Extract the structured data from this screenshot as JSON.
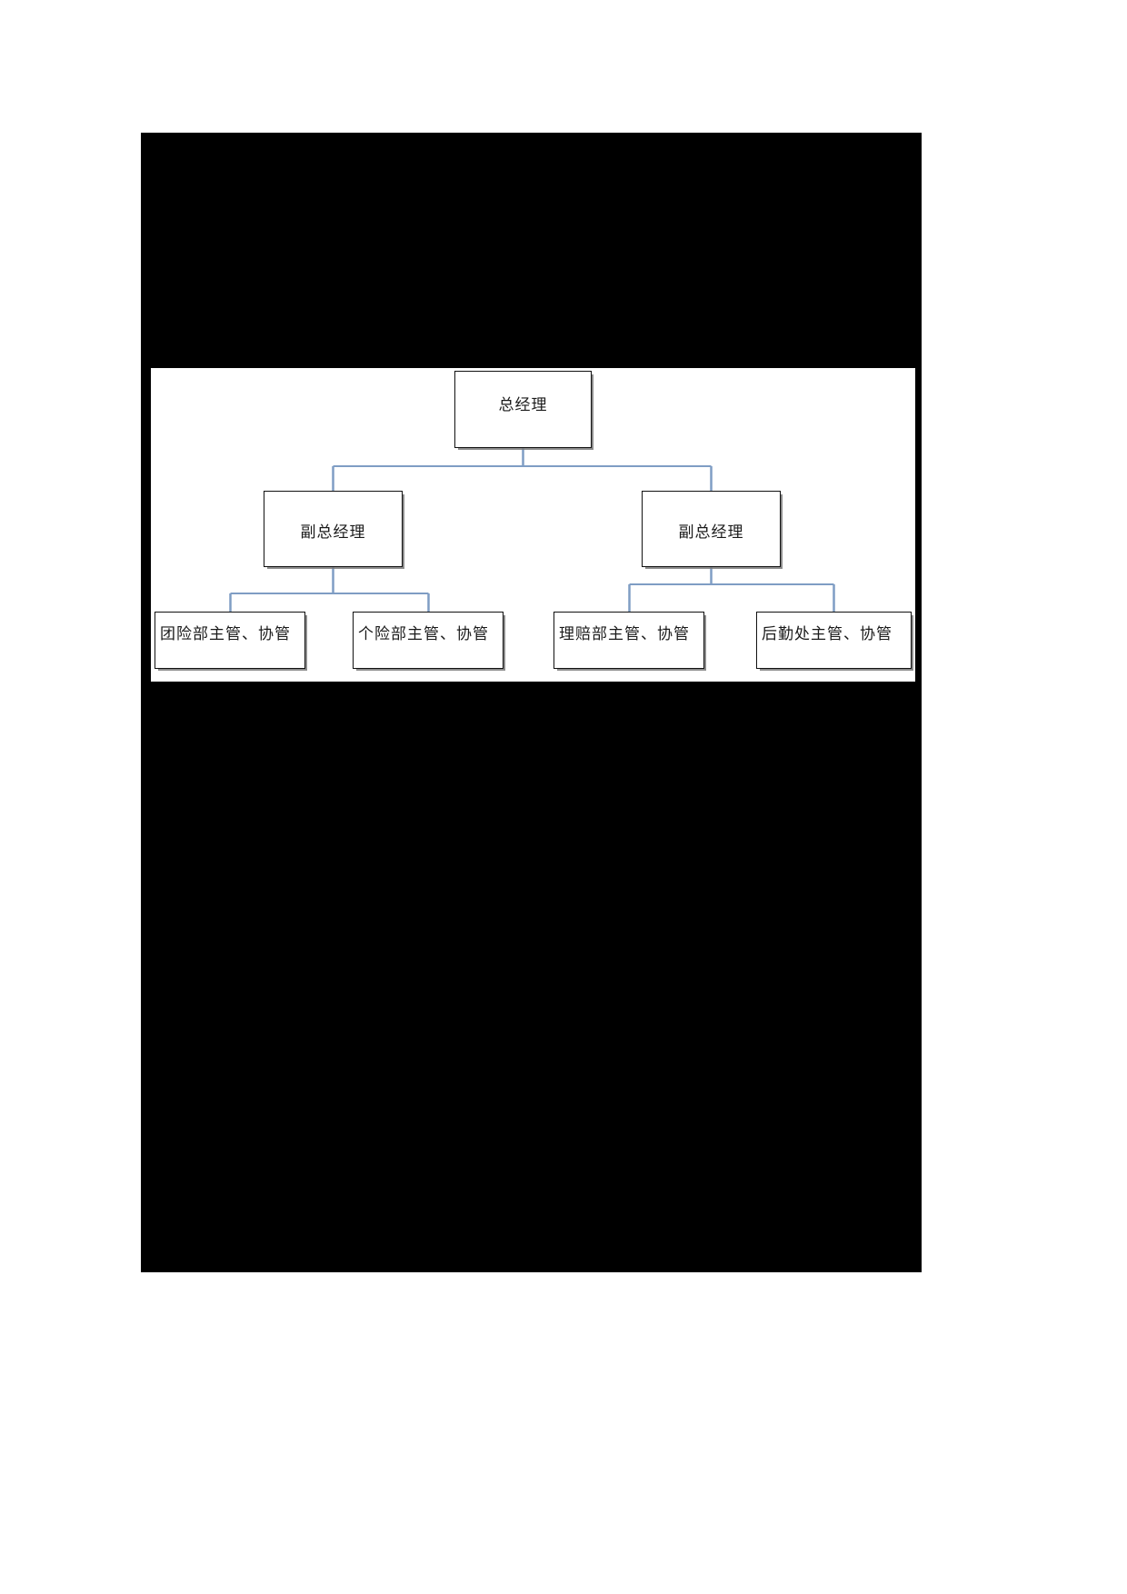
{
  "document": {
    "type": "organization-chart",
    "page_background": "#ffffff",
    "block_color": "#000000",
    "panel_background": "#ffffff"
  },
  "chart_data": {
    "type": "diagram",
    "subtype": "org-chart",
    "title": "",
    "connector_color": "#7F9DC4",
    "node_border_color": "#111111",
    "node_fill_color": "#ffffff",
    "levels": 3,
    "nodes": [
      {
        "id": "n0",
        "label": "总经理",
        "level": 0,
        "parent": null
      },
      {
        "id": "n1",
        "label": "副总经理",
        "level": 1,
        "parent": "n0"
      },
      {
        "id": "n2",
        "label": "副总经理",
        "level": 1,
        "parent": "n0"
      },
      {
        "id": "n3",
        "label": "团险部主管、协管",
        "level": 2,
        "parent": "n1"
      },
      {
        "id": "n4",
        "label": "个险部主管、协管",
        "level": 2,
        "parent": "n1"
      },
      {
        "id": "n5",
        "label": "理赔部主管、协管",
        "level": 2,
        "parent": "n2"
      },
      {
        "id": "n6",
        "label": "后勤处主管、协管",
        "level": 2,
        "parent": "n2"
      }
    ],
    "edges": [
      {
        "from": "n0",
        "to": "n1"
      },
      {
        "from": "n0",
        "to": "n2"
      },
      {
        "from": "n1",
        "to": "n3"
      },
      {
        "from": "n1",
        "to": "n4"
      },
      {
        "from": "n2",
        "to": "n5"
      },
      {
        "from": "n2",
        "to": "n6"
      }
    ]
  }
}
